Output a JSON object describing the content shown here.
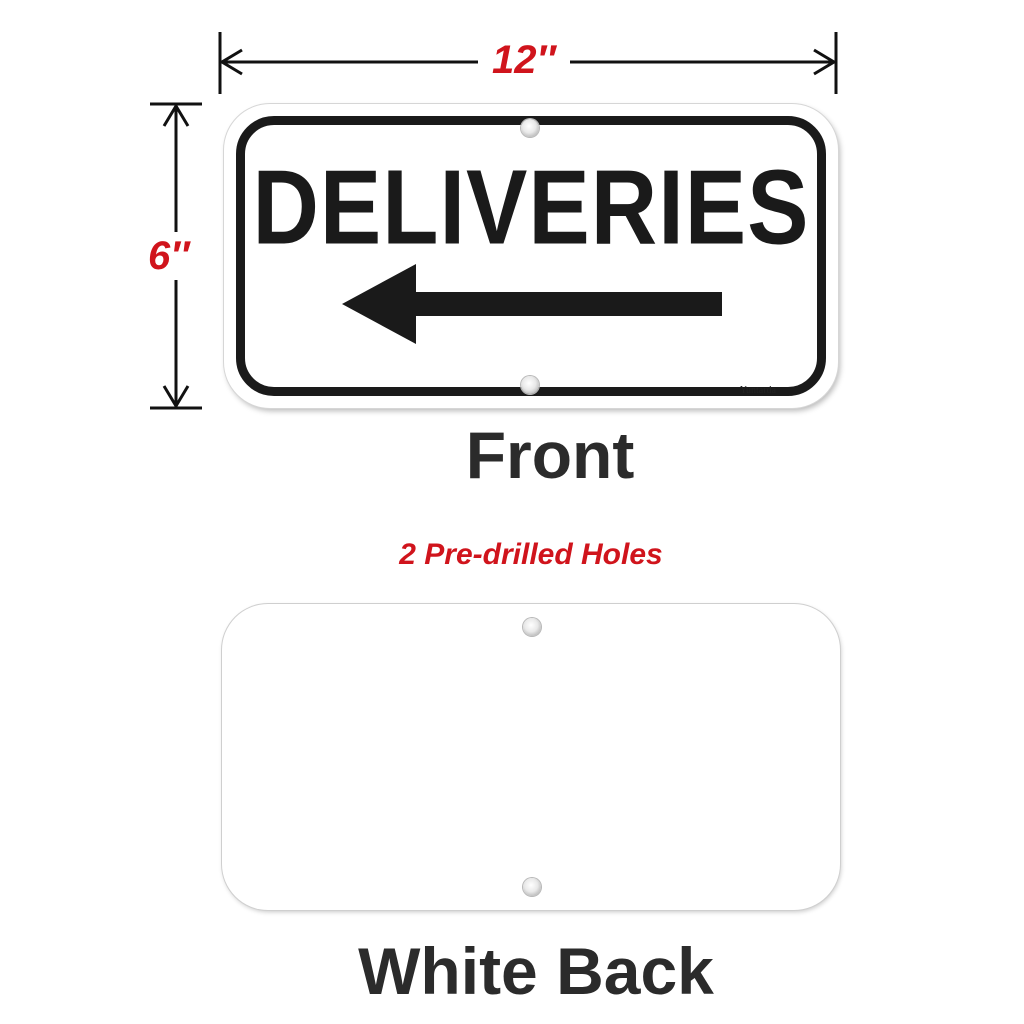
{
  "dimensions": {
    "width": "12″",
    "height": "6″"
  },
  "front_sign": {
    "title": "DELIVERIES",
    "arrow_direction": "left",
    "brand": "Yuntarda",
    "colors": {
      "background": "#ffffff",
      "border": "#1a1a1a",
      "text": "#1a1a1a"
    }
  },
  "captions": {
    "front": "Front",
    "holes": "2 Pre-drilled Holes",
    "back": "White Back"
  },
  "accent_color": "#d0141c"
}
